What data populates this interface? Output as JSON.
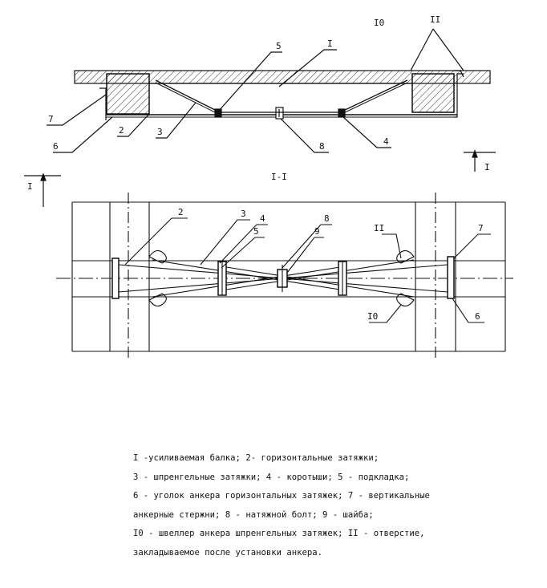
{
  "labels": {
    "l1": "I",
    "l2": "2",
    "l3": "3",
    "l4": "4",
    "l5": "5",
    "l6": "6",
    "l7": "7",
    "l8": "8",
    "l9": "9",
    "l10": "I0",
    "l11": "II",
    "section_view": "I-I",
    "section_mark": "I"
  },
  "legend": [
    "I -усиливаемая балка; 2- горизонтальные затяжки;",
    "3 - шпренгельные затяжки; 4 - коротыши; 5 - подкладка;",
    "6 - уголок анкера горизонтальных затяжек; 7 - вертикальные",
    "анкерные стержни; 8 - натяжной болт; 9 - шайба;",
    "I0 - швеллер анкера шпренгельных затяжек; II - отверстие,",
    "закладываемое после установки анкера."
  ]
}
